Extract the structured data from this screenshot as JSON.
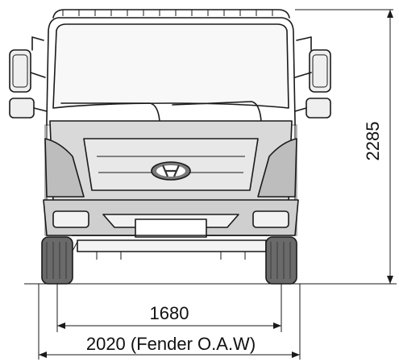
{
  "diagram": {
    "dimensions": {
      "height_value": "2285",
      "track_value": "1680",
      "overall_width_label": "2020 (Fender O.A.W)"
    },
    "colors": {
      "line": "#1a1a1a",
      "panel_fill": "#cfcfcf",
      "tire_fill": "#5a5a5a",
      "background": "#ffffff"
    },
    "icons": {
      "emblem": "hyundai-logo-icon"
    }
  }
}
